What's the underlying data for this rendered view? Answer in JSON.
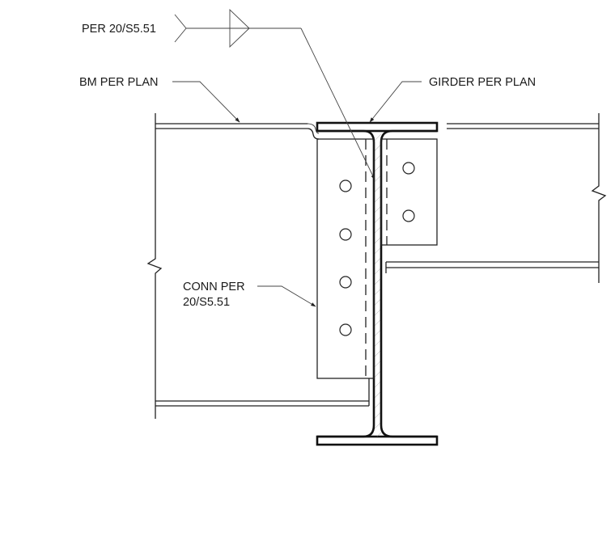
{
  "labels": {
    "weld_ref": "PER 20/S5.51",
    "beam": "BM PER PLAN",
    "girder": "GIRDER PER PLAN",
    "conn_line1": "CONN PER",
    "conn_line2": "20/S5.51"
  },
  "bolts": {
    "left_plate_count": 4,
    "right_plate_count": 2
  }
}
